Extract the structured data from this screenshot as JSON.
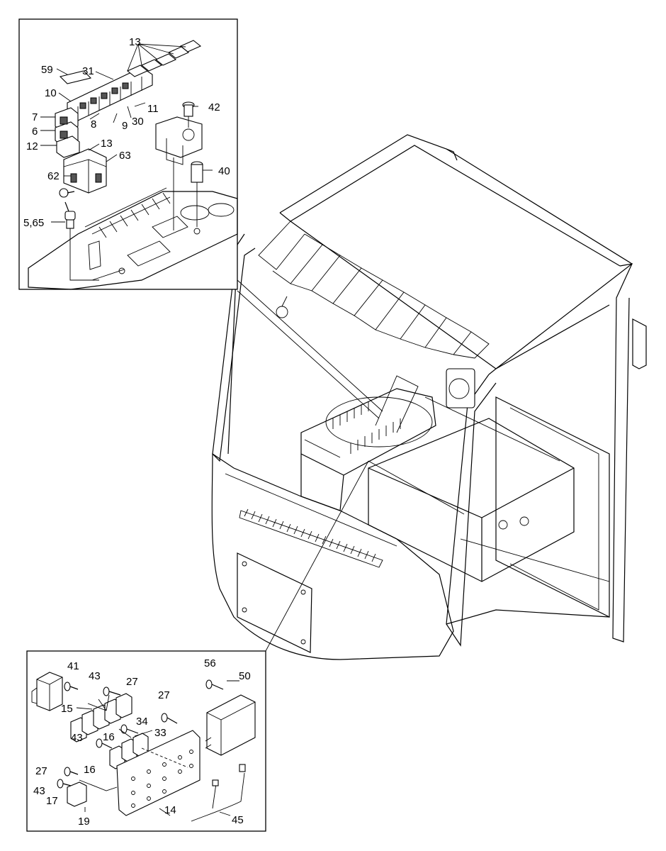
{
  "callouts": {
    "c13a": "13",
    "c59": "59",
    "c31": "31",
    "c10": "10",
    "c11": "11",
    "c42": "42",
    "c7": "7",
    "c6": "6",
    "c8": "8",
    "c9": "9",
    "c30": "30",
    "c12": "12",
    "c13b": "13",
    "c63": "63",
    "c40": "40",
    "c62": "62",
    "c565": "5,65",
    "c41": "41",
    "c43a": "43",
    "c27a": "27",
    "c56": "56",
    "c50": "50",
    "c15": "15",
    "c27b": "27",
    "c34": "34",
    "c33": "33",
    "c43b": "43",
    "c16a": "16",
    "c16b": "16",
    "c27c": "27",
    "c43c": "43",
    "c17": "17",
    "c14": "14",
    "c19": "19",
    "c45": "45"
  }
}
